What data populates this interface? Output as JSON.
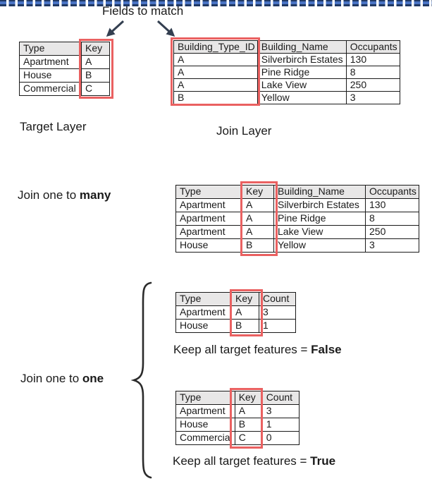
{
  "labels": {
    "fields_to_match": "Fields to match",
    "target_layer": "Target Layer",
    "join_layer": "Join Layer",
    "join_one_to_many_prefix": "Join one to ",
    "join_one_to_many_bold": "many",
    "join_one_to_one_prefix": "Join one to ",
    "join_one_to_one_bold": "one",
    "keep_false_prefix": "Keep all target features = ",
    "keep_false_bold": "False",
    "keep_true_prefix": "Keep all target features = ",
    "keep_true_bold": "True"
  },
  "tables": {
    "target": {
      "headers": [
        "Type",
        "Key"
      ],
      "rows": [
        [
          "Apartment",
          "A"
        ],
        [
          "House",
          "B"
        ],
        [
          "Commercial",
          "C"
        ]
      ]
    },
    "join": {
      "headers": [
        "Building_Type_ID",
        "Building_Name",
        "Occupants"
      ],
      "rows": [
        [
          "A",
          "Silverbirch Estates",
          "130"
        ],
        [
          "A",
          "Pine Ridge",
          "8"
        ],
        [
          "A",
          "Lake View",
          "250"
        ],
        [
          "B",
          "Yellow",
          "3"
        ]
      ]
    },
    "one_to_many": {
      "headers": [
        "Type",
        "Key",
        "Building_Name",
        "Occupants"
      ],
      "rows": [
        [
          "Apartment",
          "A",
          "Silverbirch Estates",
          "130"
        ],
        [
          "Apartment",
          "A",
          "Pine Ridge",
          "8"
        ],
        [
          "Apartment",
          "A",
          "Lake View",
          "250"
        ],
        [
          "House",
          "B",
          "Yellow",
          "3"
        ]
      ]
    },
    "one_to_one_false": {
      "headers": [
        "Type",
        "Key",
        "Count"
      ],
      "rows": [
        [
          "Apartment",
          "A",
          "3"
        ],
        [
          "House",
          "B",
          "1"
        ]
      ]
    },
    "one_to_one_true": {
      "headers": [
        "Type",
        "Key",
        "Count"
      ],
      "rows": [
        [
          "Apartment",
          "A",
          "3"
        ],
        [
          "House",
          "B",
          "1"
        ],
        [
          "Commercial",
          "C",
          "0"
        ]
      ]
    }
  },
  "icons": {
    "left_arrow": "down-left-arrow",
    "right_arrow": "down-right-arrow",
    "brace": "left-curly-brace",
    "divider": "blue-dashed-separator"
  },
  "colors": {
    "highlight_red": "#ea6161",
    "dash_blue": "#4a74c4",
    "dash_navy": "#1f3864",
    "arrow_dark": "#333f50",
    "header_gray": "#e8e7e7"
  }
}
